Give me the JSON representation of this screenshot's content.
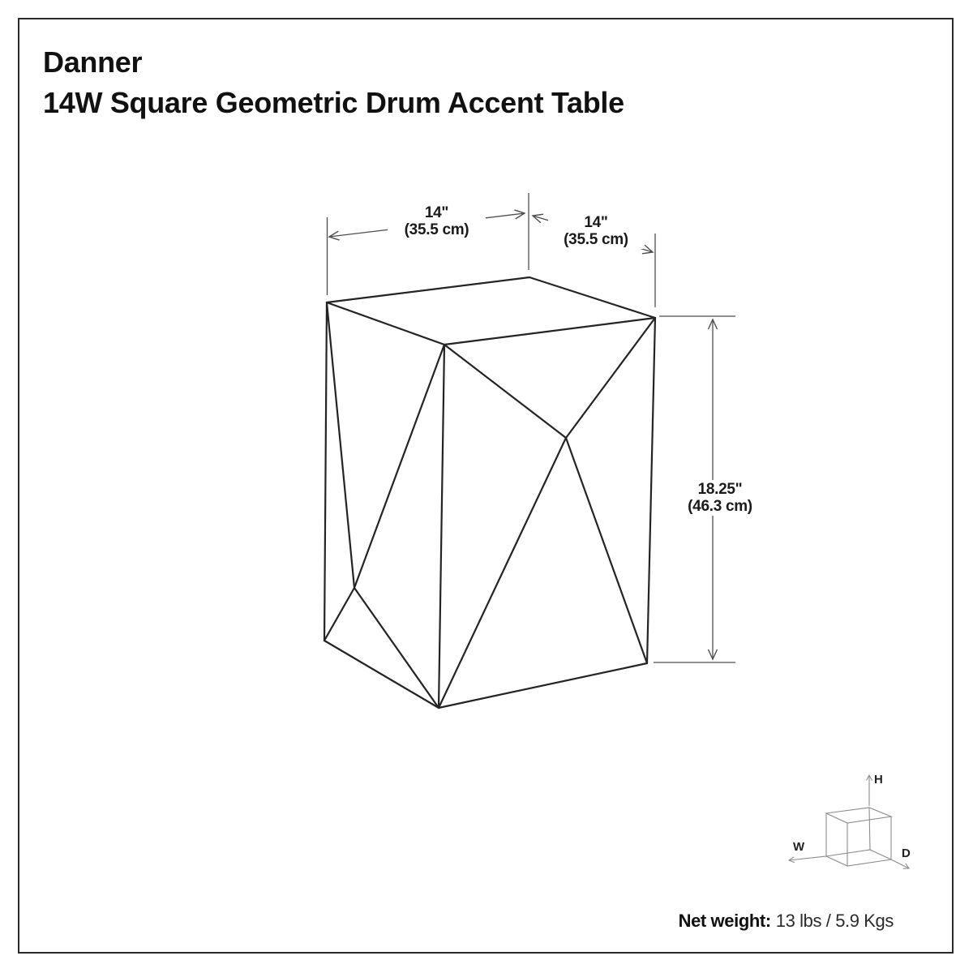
{
  "header": {
    "brand": "Danner",
    "product": "14W Square Geometric Drum Accent Table"
  },
  "dimensions": {
    "width": {
      "inches": "14\"",
      "metric": "(35.5 cm)"
    },
    "depth": {
      "inches": "14\"",
      "metric": "(35.5 cm)"
    },
    "height": {
      "inches": "18.25\"",
      "metric": "(46.3 cm)"
    }
  },
  "axes": {
    "width": "W",
    "height": "H",
    "depth": "D"
  },
  "net_weight": {
    "label": "Net weight:",
    "value": "13 lbs / 5.9 Kgs"
  },
  "colors": {
    "outline": "#242424",
    "dimension_line": "#4d4d4d",
    "cube_line": "#8c8c8c",
    "text": "#1a1a1a",
    "background": "#ffffff"
  }
}
